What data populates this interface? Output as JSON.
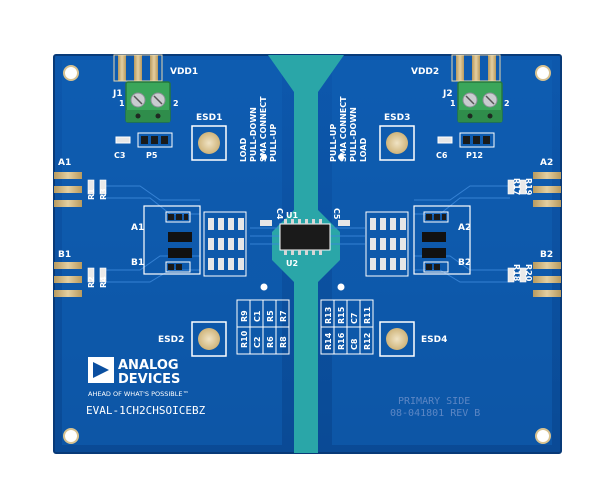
{
  "board": {
    "colors": {
      "pcb": "#0b4fa0",
      "pcb_edge": "#0a3f85",
      "copper_pour": "#1b64b8",
      "ground_strip": "#26a3a8",
      "silkscreen": "#ffffff",
      "gold": "#d2b57a",
      "terminal_block": "#3aa65a"
    },
    "labels": {
      "vdd1": "VDD1",
      "vdd2": "VDD2",
      "j1": "J1",
      "j2": "J2",
      "pin1": "1",
      "pin2": "2",
      "esd1": "ESD1",
      "esd2": "ESD2",
      "esd3": "ESD3",
      "esd4": "ESD4",
      "c3": "C3",
      "p5": "P5",
      "c6": "C6",
      "p12": "P12",
      "c4": "C4",
      "c5": "C5",
      "u1": "U1",
      "u2": "U2",
      "a1": "A1",
      "b1": "B1",
      "a2": "A2",
      "b2": "B2",
      "r1": "R1",
      "r2": "R2",
      "r3": "R3",
      "r4": "R4",
      "r17": "R17",
      "r18": "R18",
      "r19": "R19",
      "r20": "R20",
      "left_options": [
        "LOAD",
        "PULL-DOWN",
        "SMA CONNECT",
        "PULL-UP"
      ],
      "right_options": [
        "PULL-UP",
        "SMA CONNECT",
        "PULL-DOWN",
        "LOAD"
      ],
      "left_table": [
        "R10",
        "R9",
        "C2",
        "C1",
        "R6",
        "R5",
        "R8",
        "R7"
      ],
      "right_table": [
        "R14",
        "R13",
        "R16",
        "R15",
        "C8",
        "C7",
        "R12",
        "R11"
      ]
    },
    "branding": {
      "logo_line1": "ANALOG",
      "logo_line2": "DEVICES",
      "tagline": "AHEAD OF WHAT'S POSSIBLE™",
      "board_name": "EVAL-1CH2CHSOICEBZ",
      "side": "PRIMARY SIDE",
      "part_number": "08-041801 REV B"
    }
  }
}
